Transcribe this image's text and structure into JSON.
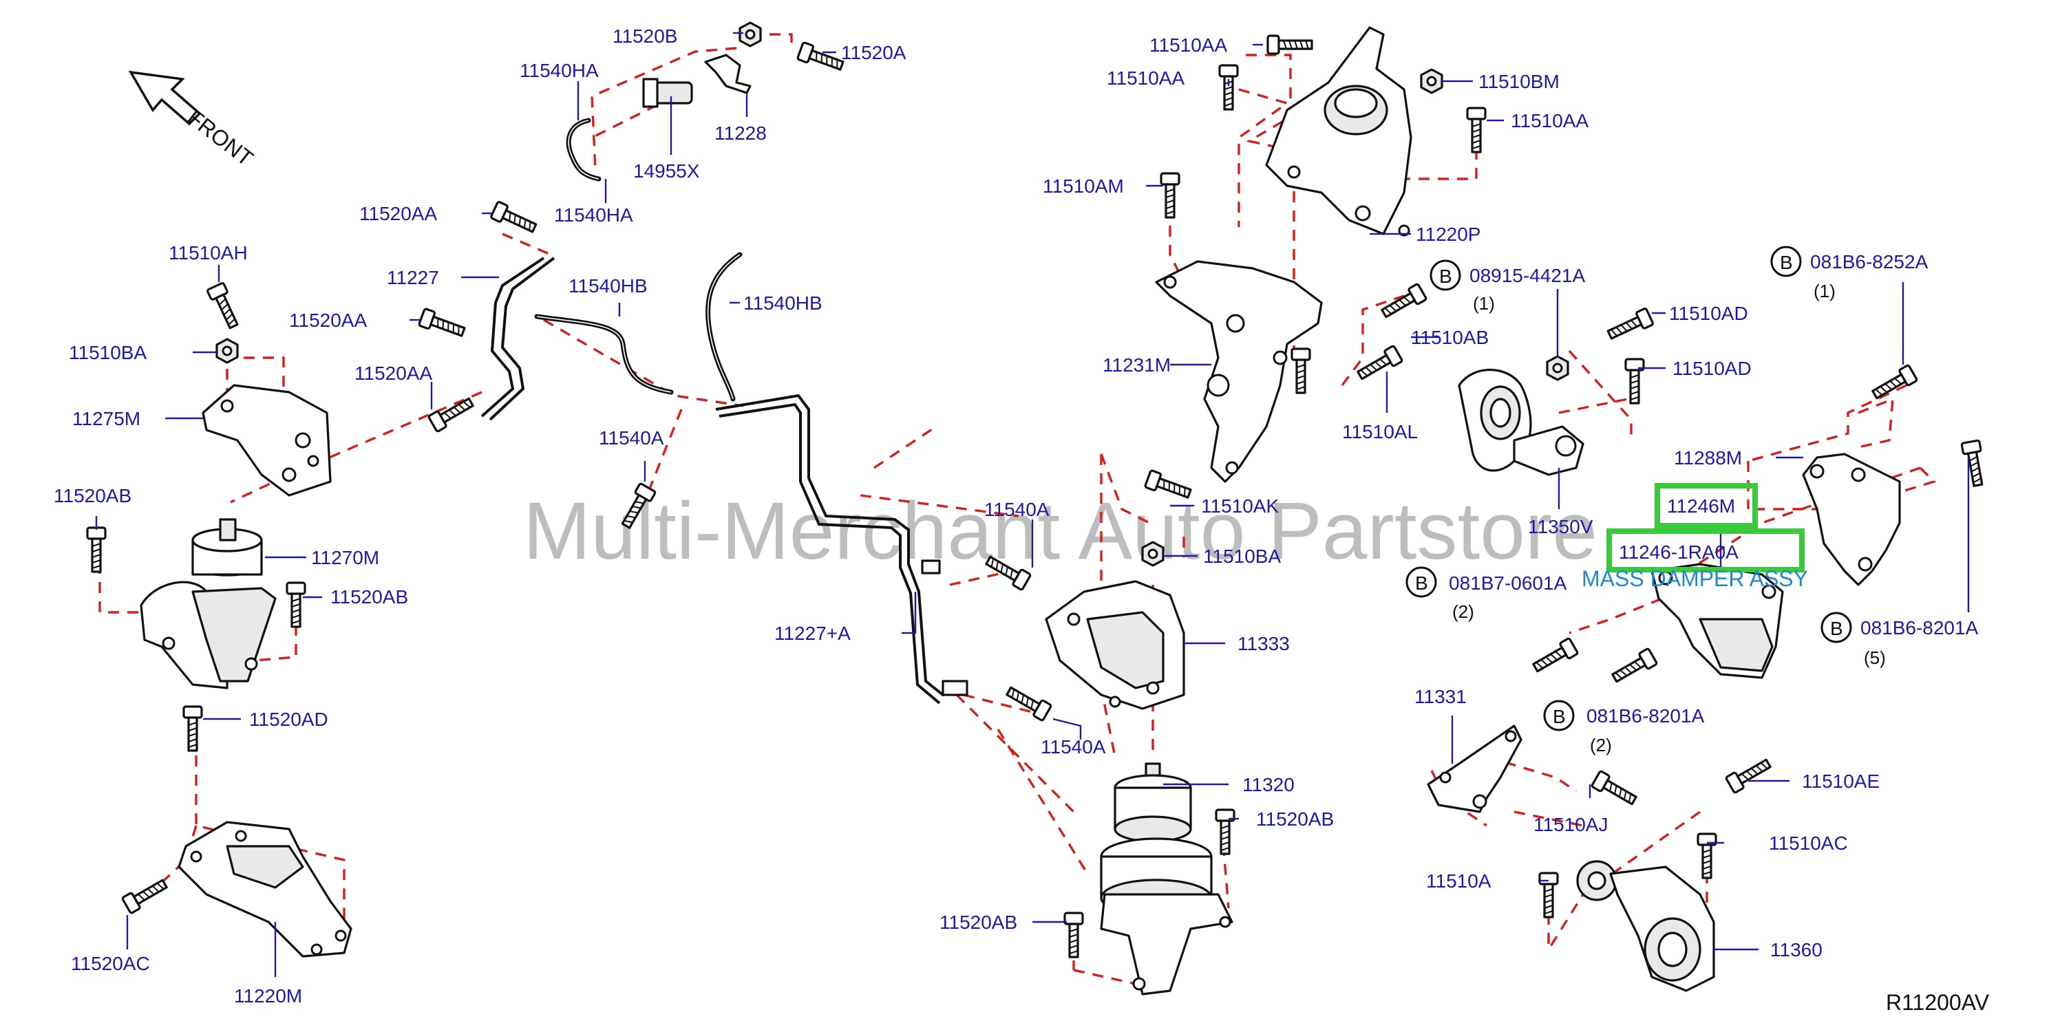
{
  "diagram": {
    "watermark": "Multi-Merchant Auto Partstore",
    "front_label": "FRONT",
    "drawing_ref": "R11200AV",
    "highlight_color": "#3ac93a",
    "label_color": "#1a1aa6",
    "dash_color": "#d61e1e",
    "note_color": "#1e88d2",
    "note": "MASS DAMPER ASSY",
    "bolt_badge": "B",
    "labels": {
      "l11520B": "11520B",
      "l11520A": "11520A",
      "l11540HA_top": "11540HA",
      "l11228": "11228",
      "l14955X": "14955X",
      "l11540HA_bot": "11540HA",
      "l11520AA_1": "11520AA",
      "l11227": "11227",
      "l11540HB_1": "11540HB",
      "l11540HB_2": "11540HB",
      "l11510AH": "11510AH",
      "l11520AA_2": "11520AA",
      "l11510BA_left": "11510BA",
      "l11520AA_3": "11520AA",
      "l11275M": "11275M",
      "l11540A_1": "11540A",
      "l11520AB_1": "11520AB",
      "l11270M": "11270M",
      "l11520AB_2": "11520AB",
      "l11520AD": "11520AD",
      "l11520AC": "11520AC",
      "l11220M": "11220M",
      "l11227A": "11227+A",
      "l11540A_2": "11540A",
      "l11540A_3": "11540A",
      "l11510AA_1": "11510AA",
      "l11510AA_2": "11510AA",
      "l11510BM": "11510BM",
      "l11510AA_3": "11510AA",
      "l11510AM": "11510AM",
      "l11220P": "11220P",
      "l08915": "08915-4421A",
      "l11510AD_1": "11510AD",
      "l11510AB": "11510AB",
      "l11510AD_2": "11510AD",
      "l11231M": "11231M",
      "l11510AL": "11510AL",
      "l11510AK": "11510AK",
      "l11510BA_mid": "11510BA",
      "l11333": "11333",
      "l11320": "11320",
      "l11520AB_3": "11520AB",
      "l11520AB_4": "11520AB",
      "l081B6_8252A": "081B6-8252A",
      "l11288M": "11288M",
      "l11350V": "11350V",
      "l11246M": "11246M",
      "l11246": "11246-1RA0A",
      "l081B7": "081B7-0601A",
      "l081B6_8201A_r": "081B6-8201A",
      "l081B6_8201A_b": "081B6-8201A",
      "l11331": "11331",
      "l11510AJ": "11510AJ",
      "l11510AE": "11510AE",
      "l11510AC": "11510AC",
      "l11510A": "11510A",
      "l11360": "11360"
    },
    "quantities": {
      "q08915": "(1)",
      "q8252A": "(1)",
      "q081B7": "(2)",
      "q8201A_r": "(5)",
      "q8201A_b": "(2)"
    }
  }
}
